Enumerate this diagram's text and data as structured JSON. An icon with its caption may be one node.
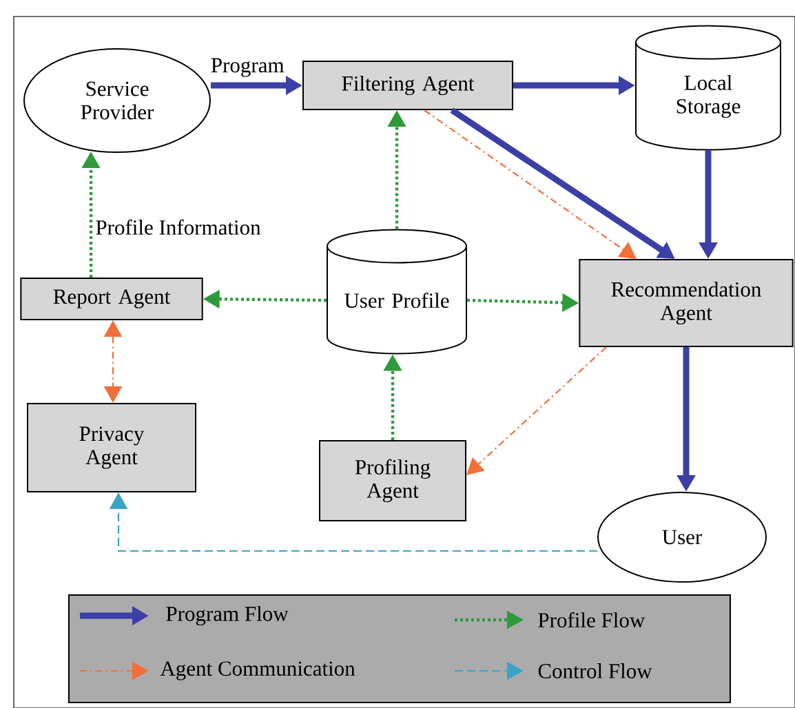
{
  "diagram": {
    "nodes": [
      {
        "text": [
          "Service Provider"
        ]
      },
      {
        "text": [
          "Filtering Agent"
        ]
      },
      {
        "text": [
          "Local Storage"
        ]
      },
      {
        "text": [
          "Report Agent"
        ]
      },
      {
        "text": [
          "User Profile"
        ]
      },
      {
        "text": [
          "Recommendation Agent"
        ]
      },
      {
        "text": [
          "Privacy Agent"
        ]
      },
      {
        "text": [
          "Profiling Agent"
        ]
      },
      {
        "text": [
          "User"
        ]
      }
    ],
    "edges": [
      {
        "from": 0,
        "to": 1,
        "arrow": "to",
        "label": "Program",
        "style": "thick",
        "color": "#3b3fa6"
      },
      {
        "from": 1,
        "to": 2,
        "arrow": "to",
        "style": "thick",
        "color": "#3b3fa6"
      },
      {
        "from": 1,
        "to": 5,
        "arrow": "to",
        "style": "thick",
        "color": "#3b3fa6"
      },
      {
        "from": 1,
        "to": 5,
        "arrow": "to",
        "style": "dashed",
        "color": "#f0703a"
      },
      {
        "from": 2,
        "to": 5,
        "arrow": "to",
        "style": "thick",
        "color": "#3b3fa6"
      },
      {
        "from": 3,
        "to": 0,
        "arrow": "to",
        "label": "Profile Information",
        "style": "dashed",
        "color": "#2f9a3c"
      },
      {
        "from": 4,
        "to": 1,
        "arrow": "to",
        "style": "dashed",
        "color": "#2f9a3c"
      },
      {
        "from": 4,
        "to": 3,
        "arrow": "to",
        "style": "dashed",
        "color": "#2f9a3c"
      },
      {
        "from": 4,
        "to": 5,
        "arrow": "to",
        "style": "dashed",
        "color": "#2f9a3c"
      },
      {
        "from": 3,
        "to": 6,
        "arrow": "both",
        "style": "dashed",
        "color": "#f0703a"
      },
      {
        "from": 5,
        "to": 7,
        "arrow": "to",
        "style": "dashed",
        "color": "#f0703a"
      },
      {
        "from": 7,
        "to": 4,
        "arrow": "to",
        "style": "dashed",
        "color": "#2f9a3c"
      },
      {
        "from": 5,
        "to": 8,
        "arrow": "to",
        "style": "thick",
        "color": "#3b3fa6"
      },
      {
        "from": 8,
        "to": 6,
        "arrow": "to",
        "style": "dashed",
        "color": "#3aa3c8"
      }
    ],
    "legend": [
      {
        "text": "Program Flow"
      },
      {
        "text": "Profile Flow"
      },
      {
        "text": "Agent Communication"
      },
      {
        "text": "Control Flow"
      }
    ]
  }
}
